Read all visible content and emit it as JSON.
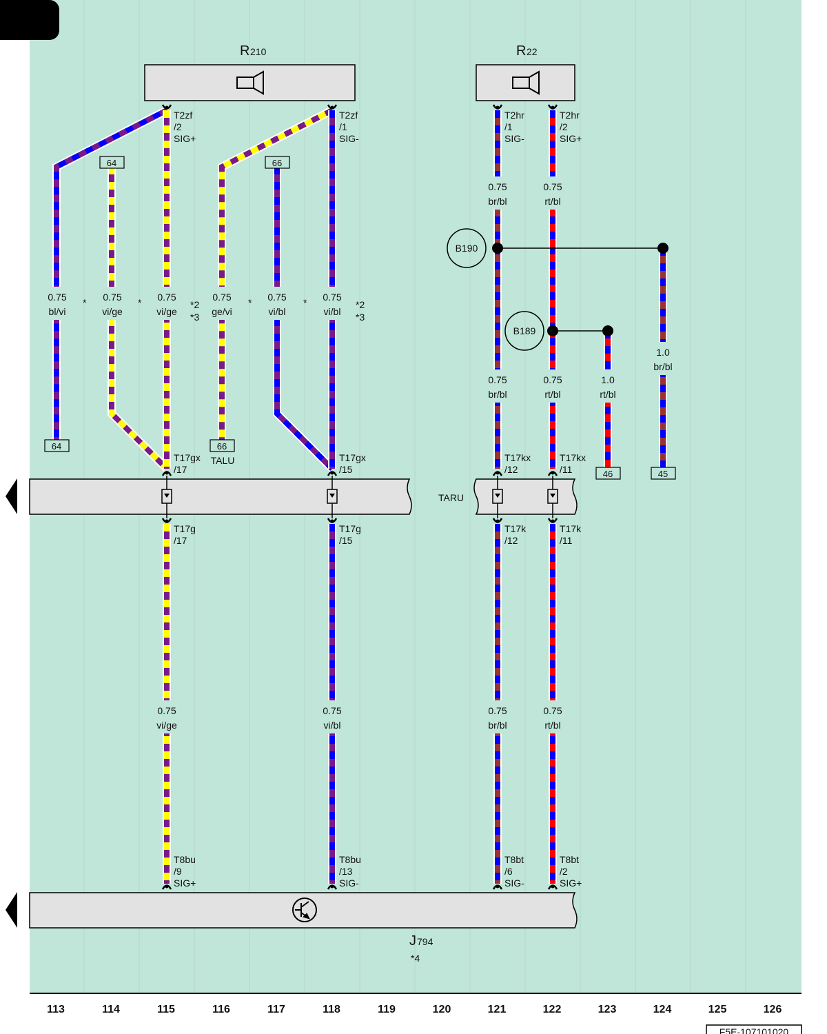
{
  "colors": {
    "background": "#c0e5d9",
    "component": "#e2e2e2",
    "violet": "#7a1a8a",
    "yellow": "#ffff00",
    "blue": "#0000ff",
    "brown": "#993333",
    "red": "#ff0000",
    "white": "#ffffff"
  },
  "components": {
    "r210": {
      "label": "R",
      "sub": "210",
      "icon": "speaker-icon"
    },
    "r22": {
      "label": "R",
      "sub": "22",
      "icon": "speaker-icon"
    },
    "j794": {
      "label": "J",
      "sub": "794",
      "note": "*4",
      "icon": "transistor-icon"
    },
    "taru": {
      "label": "TARU"
    }
  },
  "pins": {
    "r210_pin2": [
      "T2zf",
      "/2",
      "SIG+"
    ],
    "r210_pin1": [
      "T2zf",
      "/1",
      "SIG-"
    ],
    "r22_pin1": [
      "T2hr",
      "/1",
      "SIG-"
    ],
    "r22_pin2": [
      "T2hr",
      "/2",
      "SIG+"
    ],
    "t17gx_17": [
      "T17gx",
      "/17"
    ],
    "t17gx_15": [
      "T17gx",
      "/15"
    ],
    "t17kx_12": [
      "T17kx",
      "/12"
    ],
    "t17kx_11": [
      "T17kx",
      "/11"
    ],
    "t17g_17": [
      "T17g",
      "/17"
    ],
    "t17g_15": [
      "T17g",
      "/15"
    ],
    "t17k_12": [
      "T17k",
      "/12"
    ],
    "t17k_11": [
      "T17k",
      "/11"
    ],
    "t8bu_9": [
      "T8bu",
      "/9",
      "SIG+"
    ],
    "t8bu_13": [
      "T8bu",
      "/13",
      "SIG-"
    ],
    "t8bt_6": [
      "T8bt",
      "/6",
      "SIG-"
    ],
    "t8bt_2": [
      "T8bt",
      "/2",
      "SIG+"
    ]
  },
  "wires": {
    "w113": {
      "size": "0.75",
      "color": "bl/vi"
    },
    "w114": {
      "size": "0.75",
      "color": "vi/ge"
    },
    "w115a": {
      "size": "0.75",
      "color": "vi/ge"
    },
    "w116": {
      "size": "0.75",
      "color": "ge/vi"
    },
    "w117": {
      "size": "0.75",
      "color": "vi/bl"
    },
    "w118a": {
      "size": "0.75",
      "color": "vi/bl"
    },
    "w115b": {
      "size": "0.75",
      "color": "vi/ge"
    },
    "w118b": {
      "size": "0.75",
      "color": "vi/bl"
    },
    "w121a": {
      "size": "0.75",
      "color": "br/bl"
    },
    "w122a": {
      "size": "0.75",
      "color": "rt/bl"
    },
    "w121b": {
      "size": "0.75",
      "color": "br/bl"
    },
    "w122b": {
      "size": "0.75",
      "color": "rt/bl"
    },
    "w123": {
      "size": "1.0",
      "color": "rt/bl"
    },
    "w124": {
      "size": "1.0",
      "color": "br/bl"
    },
    "w121c": {
      "size": "0.75",
      "color": "br/bl"
    },
    "w122c": {
      "size": "0.75",
      "color": "rt/bl"
    }
  },
  "notes": {
    "star": "*",
    "n2": "*2",
    "n3": "*3"
  },
  "refs": {
    "r64a": "64",
    "r66a": "66",
    "r64b": "64",
    "r66b": "66",
    "talu": "TALU",
    "r46": "46",
    "r45": "45"
  },
  "splices": {
    "b190": "B190",
    "b189": "B189"
  },
  "columns": [
    "113",
    "114",
    "115",
    "116",
    "117",
    "118",
    "119",
    "120",
    "121",
    "122",
    "123",
    "124",
    "125",
    "126"
  ],
  "footer": {
    "code": "F5E-107101020"
  }
}
